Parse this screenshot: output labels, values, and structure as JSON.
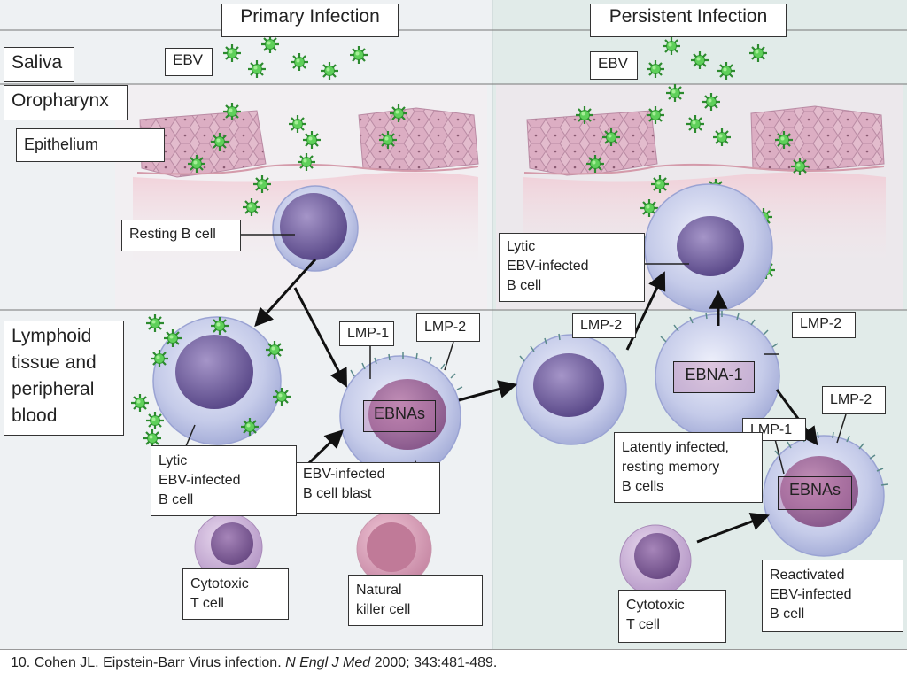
{
  "headers": {
    "primary": "Primary Infection",
    "persistent": "Persistent Infection"
  },
  "regions": {
    "saliva": "Saliva",
    "oropharynx": "Oropharynx",
    "lymphoid": "Lymphoid\ntissue and\nperipheral\nblood"
  },
  "labels": {
    "ebv_left": "EBV",
    "ebv_right": "EBV",
    "epithelium": "Epithelium",
    "resting_b_cell": "Resting B cell",
    "lytic_left": "Lytic\nEBV-infected\nB cell",
    "lytic_right": "Lytic\nEBV-infected\nB cell",
    "lmp1_left": "LMP-1",
    "lmp2_left": "LMP-2",
    "lmp2_mid": "LMP-2",
    "lmp2_right": "LMP-2",
    "lmp2_right_lower": "LMP-2",
    "lmp1_right": "LMP-1",
    "ebnas_left": "EBNAs",
    "ebnas_right": "EBNAs",
    "ebna1": "EBNA-1",
    "cell_blast": "EBV-infected\nB cell blast",
    "cytotoxic_left": "Cytotoxic\nT cell",
    "cytotoxic_right": "Cytotoxic\nT cell",
    "nk_cell": "Natural\nkiller cell",
    "latent_memory": "Latently infected,\nresting memory\nB cells",
    "reactivated": "Reactivated\nEBV-infected\nB cell"
  },
  "citation": {
    "prefix": "10. Cohen JL. Eipstein-Barr Virus infection. ",
    "journal": "N Engl J Med",
    "suffix": " 2000; 343:481-489."
  },
  "colors": {
    "virus": "#3fae3f",
    "cell_body": "#c9cdea",
    "nucleus": "#7c6aa8",
    "nk_nucleus": "#b46a8a",
    "right_panel_bg": "#e2ebea",
    "left_panel_bg": "#eef0f2"
  }
}
